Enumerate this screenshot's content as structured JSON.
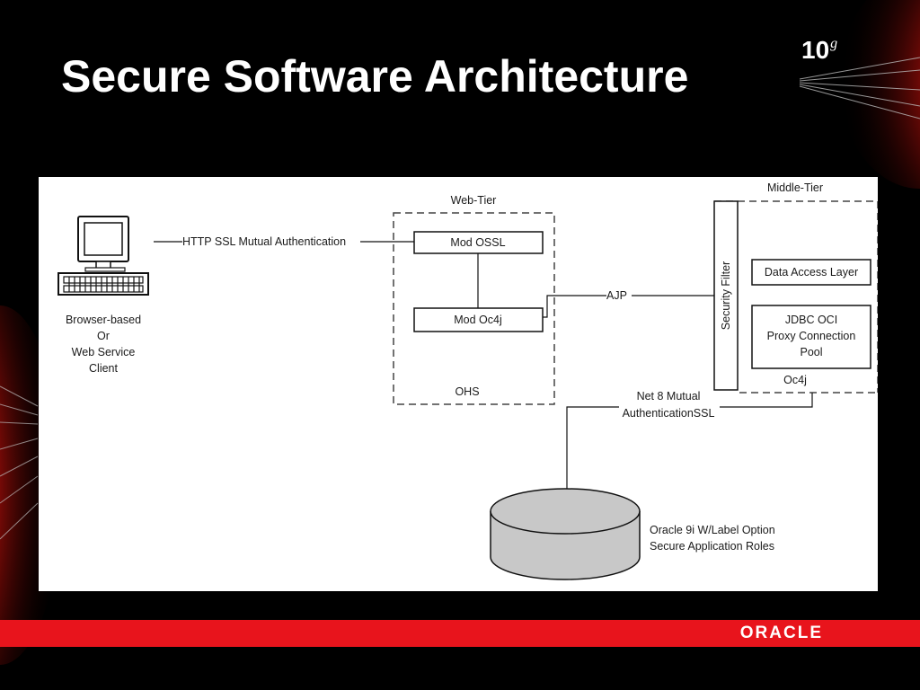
{
  "slide": {
    "title": "Secure Software Architecture",
    "version_number": "10",
    "version_suffix": "g",
    "brand_logo_text": "ORACLE"
  },
  "colors": {
    "background": "#000000",
    "brand_red": "#e8141c",
    "diagram_background": "#ffffff",
    "diagram_ink": "#1a1a1a",
    "database_fill": "#c8c8c8"
  },
  "diagram": {
    "client": {
      "icon": "computer-workstation-icon",
      "label_lines": [
        "Browser-based",
        "Or",
        "Web Service",
        "Client"
      ]
    },
    "connection_http": "HTTP SSL Mutual Authentication",
    "web_tier": {
      "title": "Web-Tier",
      "mod_ossl": "Mod OSSL",
      "mod_oc4j": "Mod Oc4j",
      "footer": "OHS"
    },
    "connection_ajp": "AJP",
    "middle_tier": {
      "title": "Middle-Tier",
      "security_filter": "Security Filter",
      "data_access_layer": "Data Access Layer",
      "connection_pool_lines": [
        "JDBC OCI",
        "Proxy Connection",
        "Pool"
      ],
      "container_label": "Oc4j"
    },
    "connection_net8_lines": [
      "Net 8 Mutual",
      "AuthenticationSSL"
    ],
    "database": {
      "icon": "database-cylinder-icon",
      "label_lines": [
        "Oracle 9i W/Label Option",
        "Secure Application Roles"
      ]
    }
  }
}
